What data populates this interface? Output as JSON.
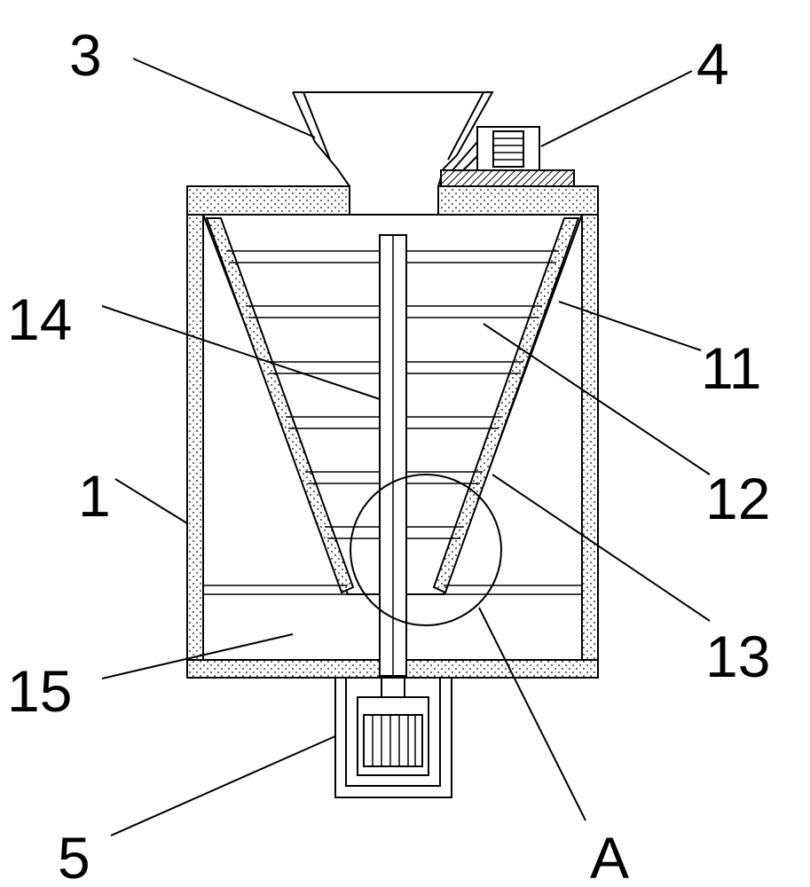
{
  "diagram": {
    "labels": {
      "housing": "1",
      "feed_hopper": "3",
      "top_unit": "4",
      "motor": "5",
      "outer_cone": "11",
      "crossbar": "12",
      "inner_cone": "13",
      "shaft": "14",
      "bottom_chamber": "15",
      "detail": "A"
    }
  }
}
